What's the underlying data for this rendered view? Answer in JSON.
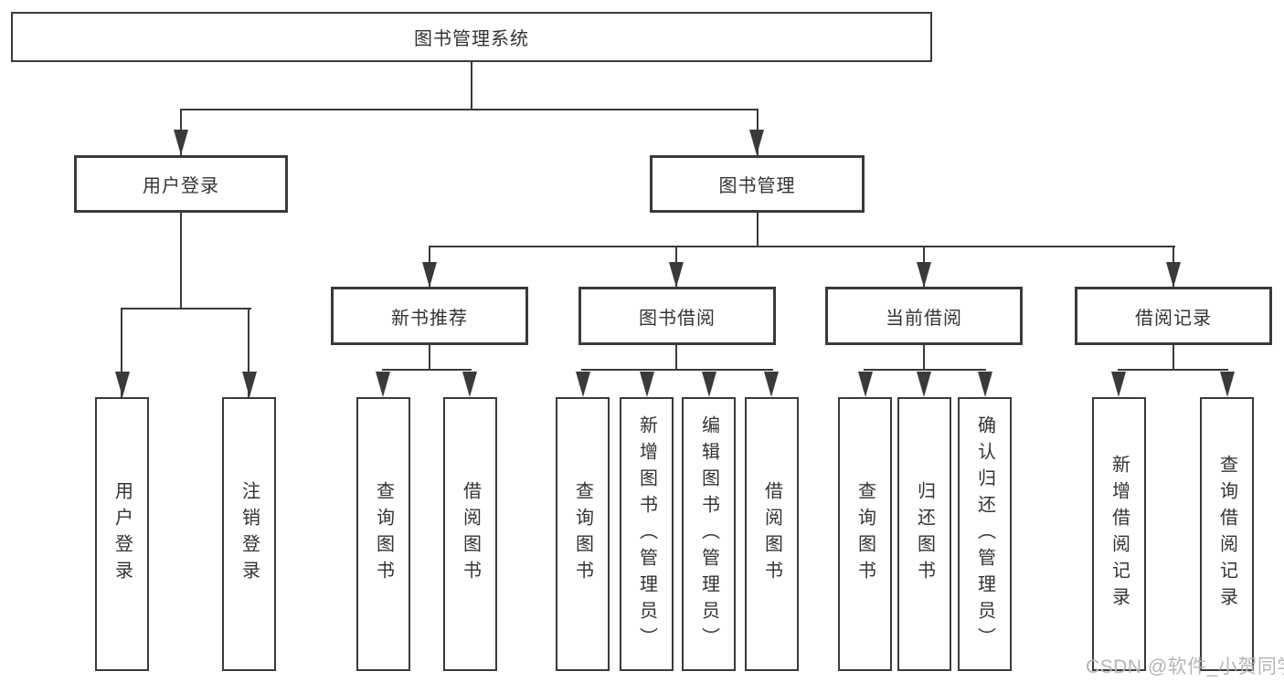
{
  "diagram": {
    "background": "#ffffff",
    "line_color": "#3a3a3a",
    "text_color": "#333333",
    "tree": {
      "root": {
        "label": "图书管理系统",
        "children": [
          {
            "label": "用户登录",
            "children": [
              {
                "label": "用户登录"
              },
              {
                "label": "注销登录"
              }
            ]
          },
          {
            "label": "图书管理",
            "children": [
              {
                "label": "新书推荐",
                "children": [
                  {
                    "label": "查询图书"
                  },
                  {
                    "label": "借阅图书"
                  }
                ]
              },
              {
                "label": "图书借阅",
                "children": [
                  {
                    "label": "查询图书"
                  },
                  {
                    "label": "新增图书（管理员）"
                  },
                  {
                    "label": "编辑图书（管理员）"
                  },
                  {
                    "label": "借阅图书"
                  }
                ]
              },
              {
                "label": "当前借阅",
                "children": [
                  {
                    "label": "查询图书"
                  },
                  {
                    "label": "归还图书"
                  },
                  {
                    "label": "确认归还（管理员）"
                  }
                ]
              },
              {
                "label": "借阅记录",
                "children": [
                  {
                    "label": "新增借阅记录"
                  },
                  {
                    "label": "查询借阅记录"
                  }
                ]
              }
            ]
          }
        ]
      }
    },
    "watermark": {
      "text": "CSDN @软件_小贺同学",
      "color": "#b5b5b5"
    }
  }
}
